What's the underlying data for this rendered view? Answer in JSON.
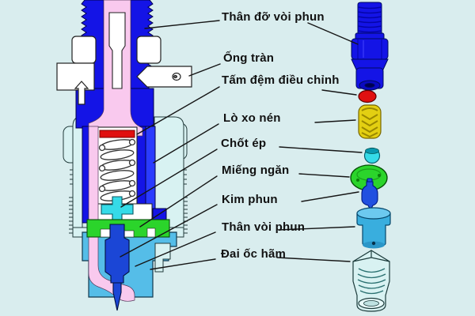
{
  "diagram": {
    "background": "#d9edee",
    "labels": [
      {
        "text": "Thân đỡ vòi phun"
      },
      {
        "text": "Ống tràn"
      },
      {
        "text": "Tấm đệm điều chỉnh"
      },
      {
        "text": "Lò xo nén"
      },
      {
        "text": "Chốt ép"
      },
      {
        "text": "Miếng ngăn"
      },
      {
        "text": "Kim phun"
      },
      {
        "text": "Thân vòi phun"
      },
      {
        "text": "Đai ốc hãm"
      }
    ],
    "colors": {
      "holder_body_blue": "#1414e6",
      "shim_red": "#e01010",
      "spring_yellow": "#e3cf12",
      "pin_cyan": "#35dbe8",
      "spacer_green": "#2bd42b",
      "needle_blue": "#1b46d6",
      "nozzle_body_skyblue": "#55bde8",
      "lock_nut_lightcyan": "#d8f2f2",
      "fuel_channel_pink": "#f9c9ee",
      "label_text": "#111111",
      "leader_line": "#151515"
    }
  }
}
